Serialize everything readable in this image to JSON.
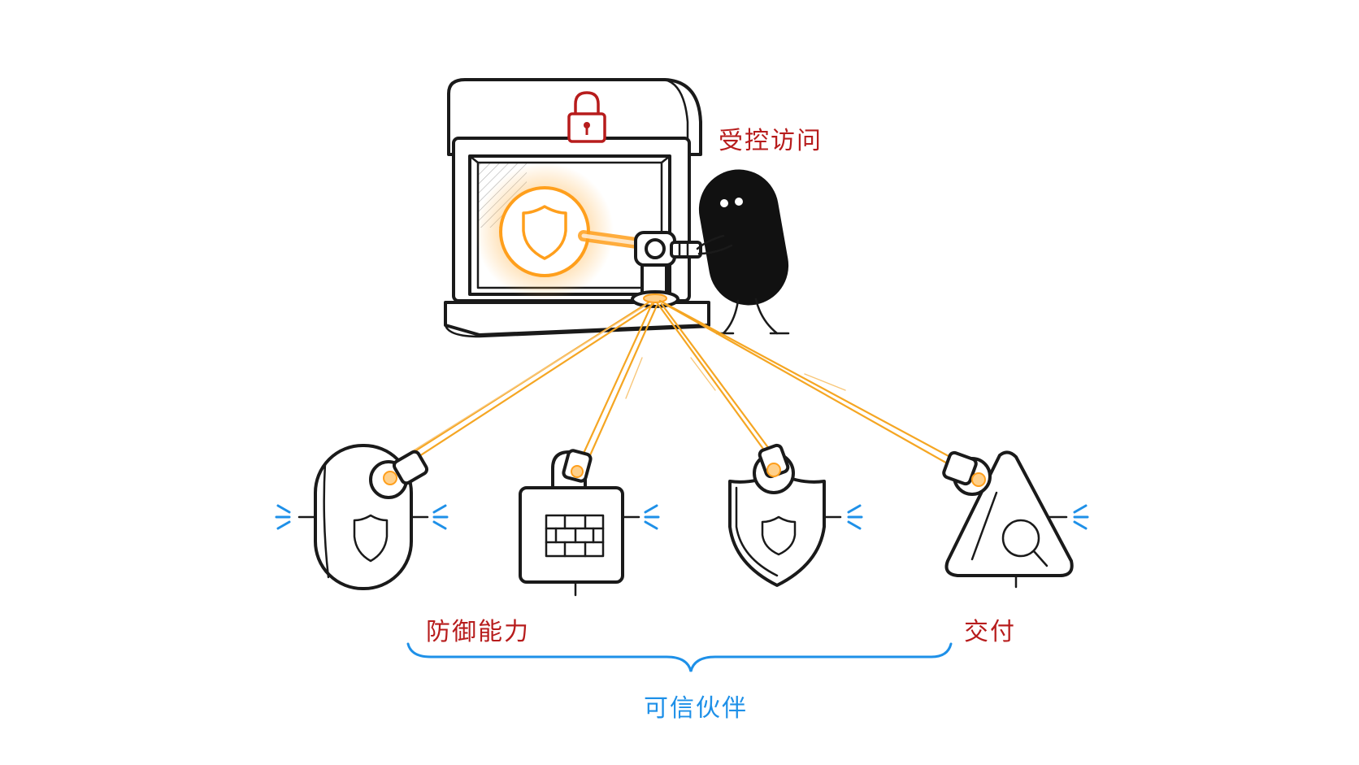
{
  "labels": {
    "controlled_access": "受控访问",
    "defense_capability": "防御能力",
    "delivery": "交付",
    "trusted_partner": "可信伙伴"
  },
  "colors": {
    "ink": "#1a1a1a",
    "beam": "#f5a623",
    "glow": "#ff9f1c",
    "label_red": "#b71c1c",
    "brace_blue": "#1e90e8"
  },
  "icons": {
    "gateway": "locked-gateway-icon",
    "character": "figure-character",
    "nodes": [
      "padlock-shield-icon",
      "firewall-icon",
      "shield-icon",
      "warning-search-icon"
    ]
  }
}
